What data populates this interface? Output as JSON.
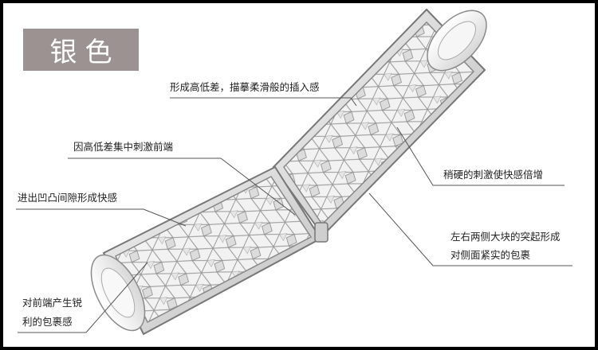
{
  "title": "银色",
  "annotations": {
    "a1": "形成高低差，描摹柔滑般的插入感",
    "a2": "因高低差集中刺激前端",
    "a3": "进出凹凸间隙形成快感",
    "a4": "稍硬的刺激使快感倍增",
    "a5_line1": "左右两侧大块的突起形成",
    "a5_line2": "对侧面紧实的包裹",
    "a6_line1": "对前端产生锐",
    "a6_line2": "利的包裹感"
  },
  "colors": {
    "background": "#ffffff",
    "frame": "#000000",
    "title_box": "#9b9291",
    "title_text": "#ffffff",
    "text": "#222222",
    "leader": "#555555"
  }
}
